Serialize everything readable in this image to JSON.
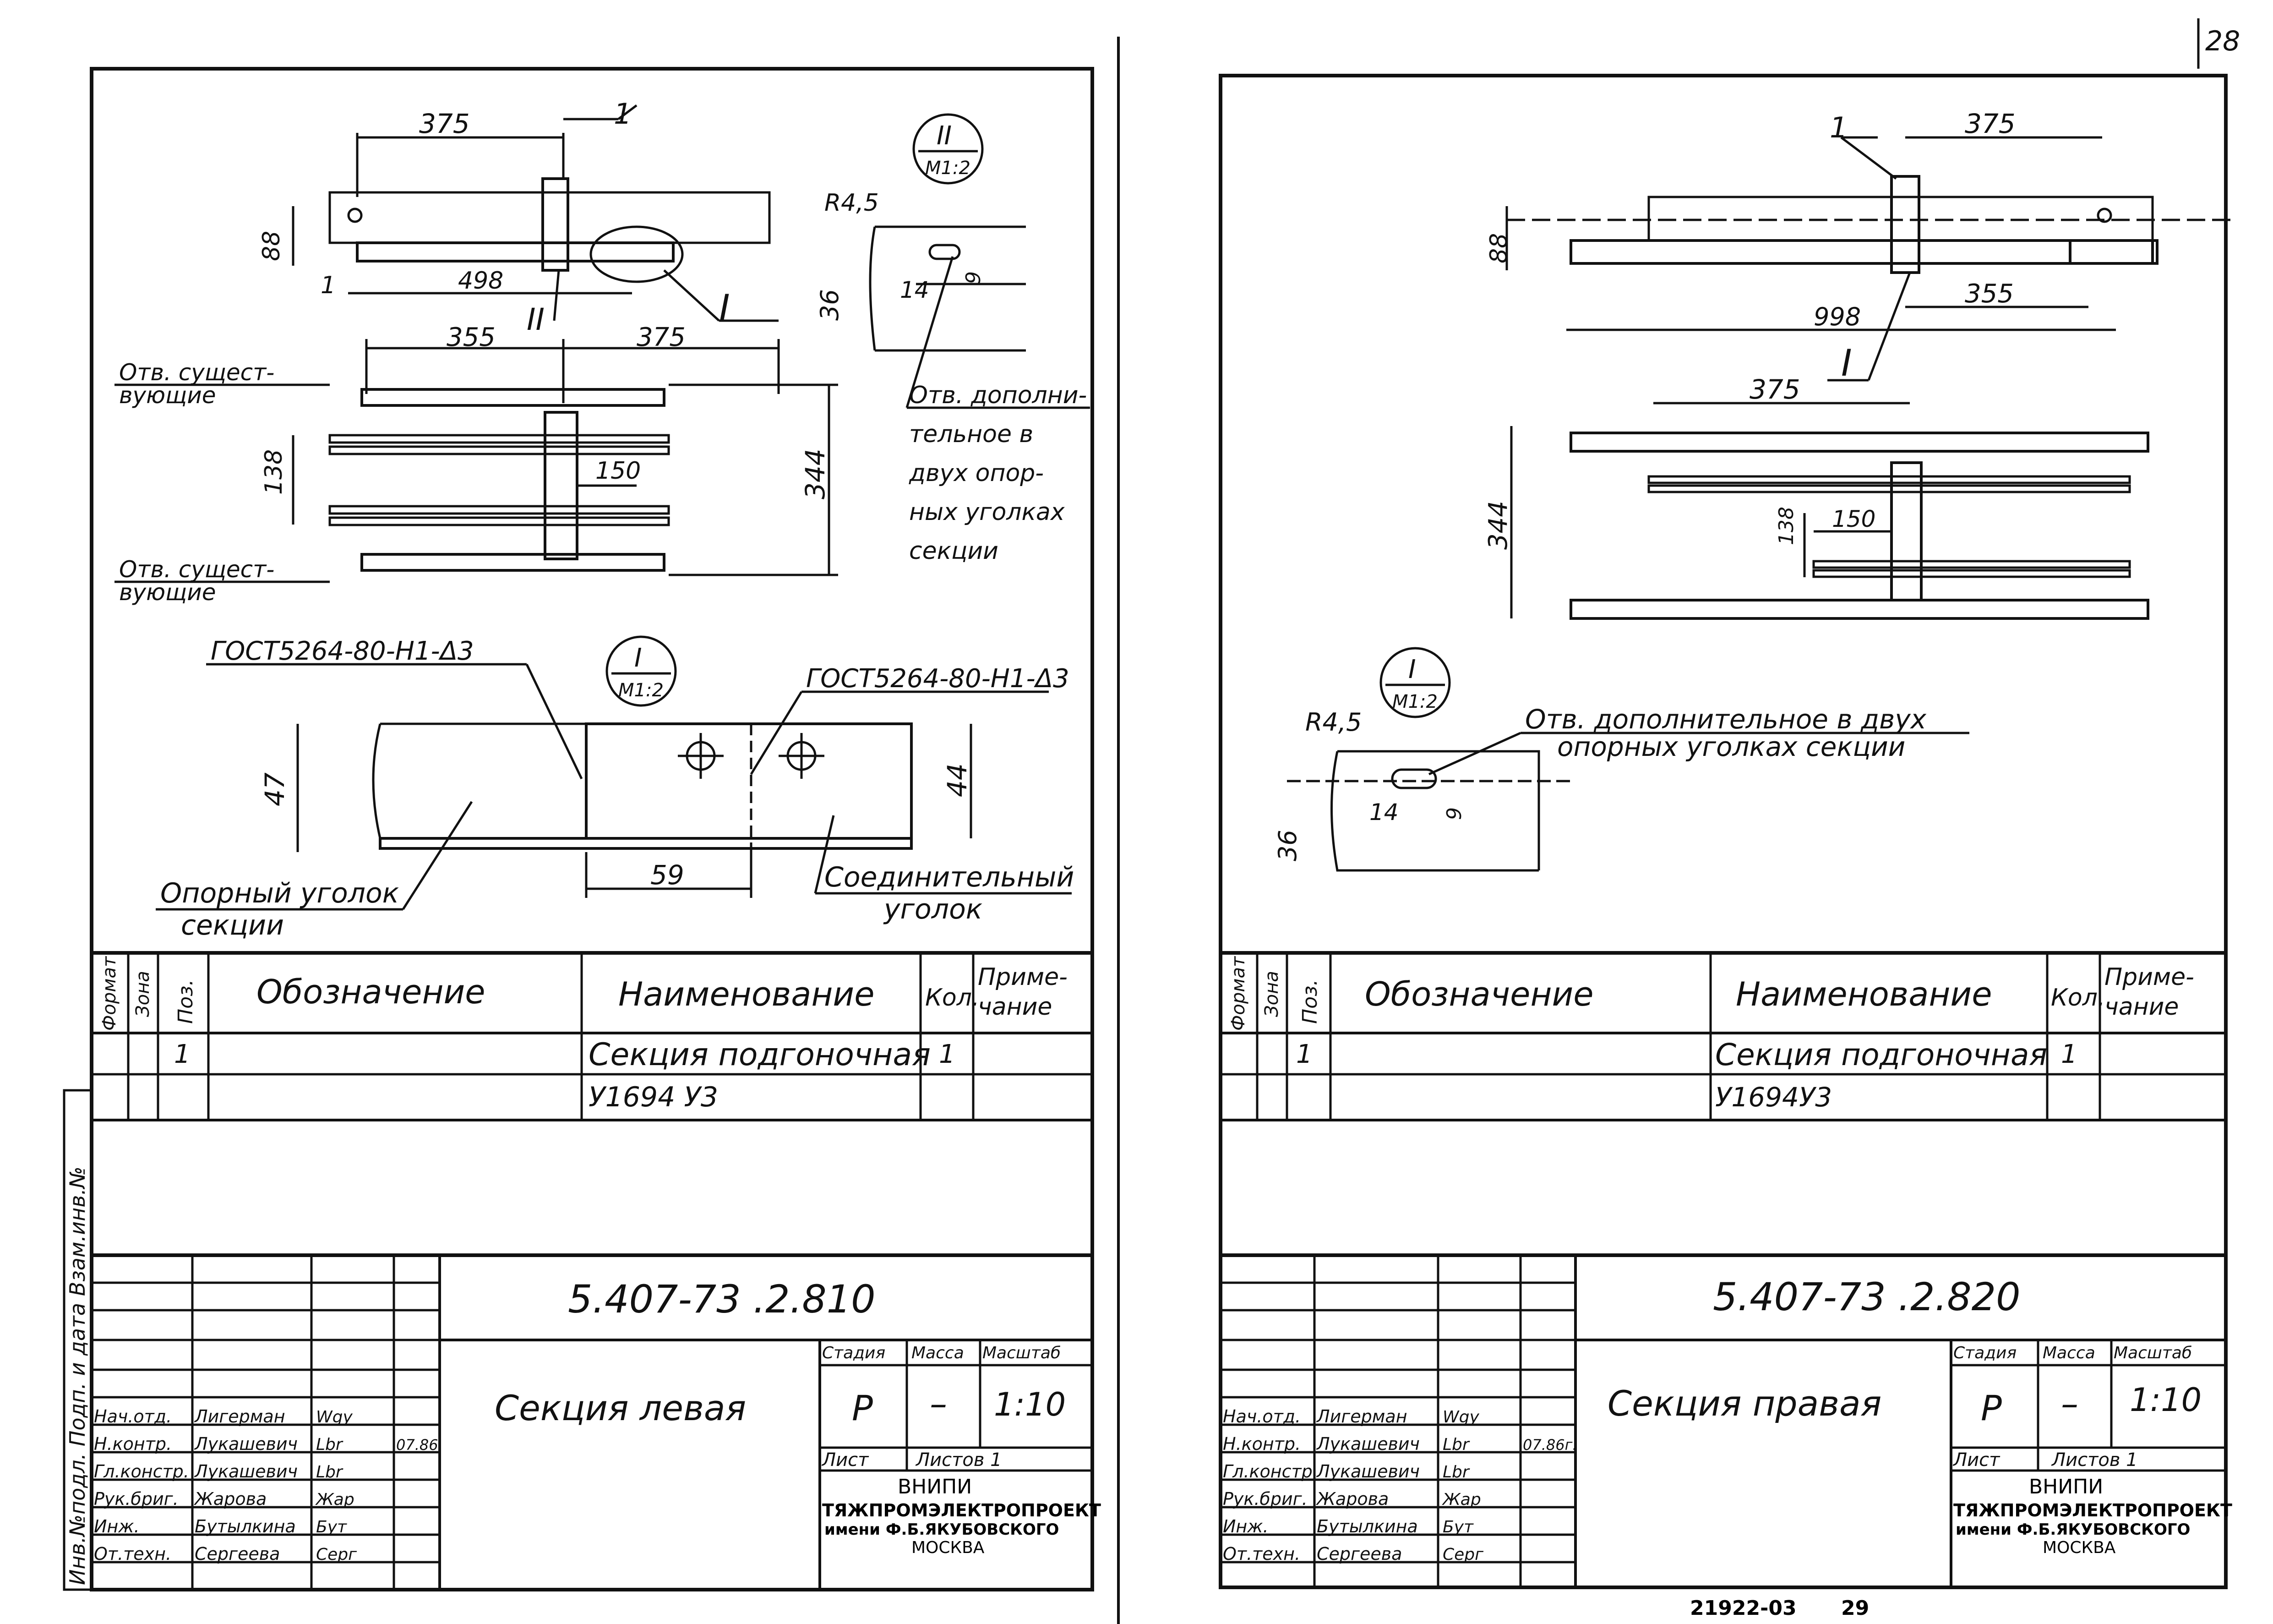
{
  "page_number": "28",
  "left_sheet": {
    "dimensions": {
      "top_375": "375",
      "top_88": "88",
      "top_498": "498",
      "mid_355": "355",
      "mid_375": "375",
      "mid_138": "138",
      "mid_150": "150",
      "mid_344": "344",
      "det_47": "47",
      "det_44": "44",
      "det_59": "59",
      "d2_r45": "R4,5",
      "d2_14": "14",
      "d2_9": "9",
      "d2_36": "36"
    },
    "callouts": {
      "pos1": "1",
      "roman2": "II",
      "roman1": "I",
      "small_1": "1"
    },
    "detail_ii_label": "II",
    "detail_ii_scale": "M1:2",
    "detail_i_label": "I",
    "detail_i_scale": "M1:2",
    "note_holes_existing_1a": "Отв. сущест-",
    "note_holes_existing_1b": "вующие",
    "note_holes_existing_2a": "Отв. сущест-",
    "note_holes_existing_2b": "вующие",
    "note_additional": [
      "Отв. дополни-",
      "тельное в",
      "двух опор-",
      "ных уголках",
      "секции"
    ],
    "weld_left": "ГОСТ5264-80-Н1-Δ3",
    "weld_right": "ГОСТ5264-80-Н1-Δ3",
    "support_angle_1": "Опорный уголок",
    "support_angle_2": "секции",
    "connecting_angle_1": "Соединительный",
    "connecting_angle_2": "уголок",
    "table_headers": {
      "format": "Формат",
      "zone": "Зона",
      "pos": "Поз.",
      "designation": "Обозначение",
      "name": "Наименование",
      "qty": "Кол.",
      "note_1": "Приме-",
      "note_2": "чание"
    },
    "row_pos": "1",
    "row_name_1": "Секция подгоночная",
    "row_name_2": "У1694 У3",
    "row_qty": "1",
    "side_stamp": "Инв.№подл. Подп. и дата Взам.инв.№",
    "doc_code": "5.407-73 .2.810",
    "title": "Секция левая",
    "stage_label": "Стадия",
    "mass_label": "Масса",
    "scale_label": "Масштаб",
    "stage": "Р",
    "mass": "–",
    "scale": "1:10",
    "sheet_label": "Лист",
    "sheets_label": "Листов 1",
    "org_1": "ВНИПИ",
    "org_2": "ТЯЖПРОМЭЛЕКТРОПРОЕКТ",
    "org_3": "имени Ф.Б.ЯКУБОВСКОГО",
    "org_4": "МОСКВА",
    "staff": [
      {
        "role": "Нач.отд.",
        "name": "Лигерман",
        "sign": "Wgy",
        "date": ""
      },
      {
        "role": "Н.контр.",
        "name": "Лукашевич",
        "sign": "Lbr",
        "date": "07.86"
      },
      {
        "role": "Гл.констр.",
        "name": "Лукашевич",
        "sign": "Lbr",
        "date": ""
      },
      {
        "role": "Рук.бриг.",
        "name": "Жарова",
        "sign": "Жар",
        "date": ""
      },
      {
        "role": "Инж.",
        "name": "Бутылкина",
        "sign": "Бут",
        "date": ""
      },
      {
        "role": "От.техн.",
        "name": "Сергеева",
        "sign": "Серг",
        "date": ""
      }
    ]
  },
  "right_sheet": {
    "dimensions": {
      "top_375": "375",
      "top_88": "88",
      "top_998": "998",
      "top_355": "355",
      "mid_375": "375",
      "mid_344": "344",
      "mid_138": "138",
      "mid_150": "150",
      "det_r45": "R4,5",
      "det_14": "14",
      "det_9": "9",
      "det_36": "36"
    },
    "callouts": {
      "pos1": "1",
      "roman1": "I"
    },
    "detail_i_label": "I",
    "detail_i_scale": "M1:2",
    "note_additional_1": "Отв. дополнительное в двух",
    "note_additional_2": "опорных уголках секции",
    "table_headers": {
      "format": "Формат",
      "zone": "Зона",
      "pos": "Поз.",
      "designation": "Обозначение",
      "name": "Наименование",
      "qty": "Кол.",
      "note_1": "Приме-",
      "note_2": "чание"
    },
    "row_pos": "1",
    "row_name_1": "Секция подгоночная",
    "row_name_2": "У1694У3",
    "row_qty": "1",
    "doc_code": "5.407-73 .2.820",
    "title": "Секция правая",
    "stage_label": "Стадия",
    "mass_label": "Масса",
    "scale_label": "Масштаб",
    "stage": "Р",
    "mass": "–",
    "scale": "1:10",
    "sheet_label": "Лист",
    "sheets_label": "Листов 1",
    "org_1": "ВНИПИ",
    "org_2": "ТЯЖПРОМЭЛЕКТРОПРОЕКТ",
    "org_3": "имени Ф.Б.ЯКУБОВСКОГО",
    "org_4": "МОСКВА",
    "staff": [
      {
        "role": "Нач.отд.",
        "name": "Лигерман",
        "sign": "Wgy",
        "date": ""
      },
      {
        "role": "Н.контр.",
        "name": "Лукашевич",
        "sign": "Lbr",
        "date": "07.86г."
      },
      {
        "role": "Гл.констр.",
        "name": "Лукашевич",
        "sign": "Lbr",
        "date": ""
      },
      {
        "role": "Рук.бриг.",
        "name": "Жарова",
        "sign": "Жар",
        "date": ""
      },
      {
        "role": "Инж.",
        "name": "Бутылкина",
        "sign": "Бут",
        "date": ""
      },
      {
        "role": "От.техн.",
        "name": "Сергеева",
        "sign": "Серг",
        "date": ""
      }
    ],
    "bottom_code": "21922-03",
    "bottom_page": "29"
  }
}
